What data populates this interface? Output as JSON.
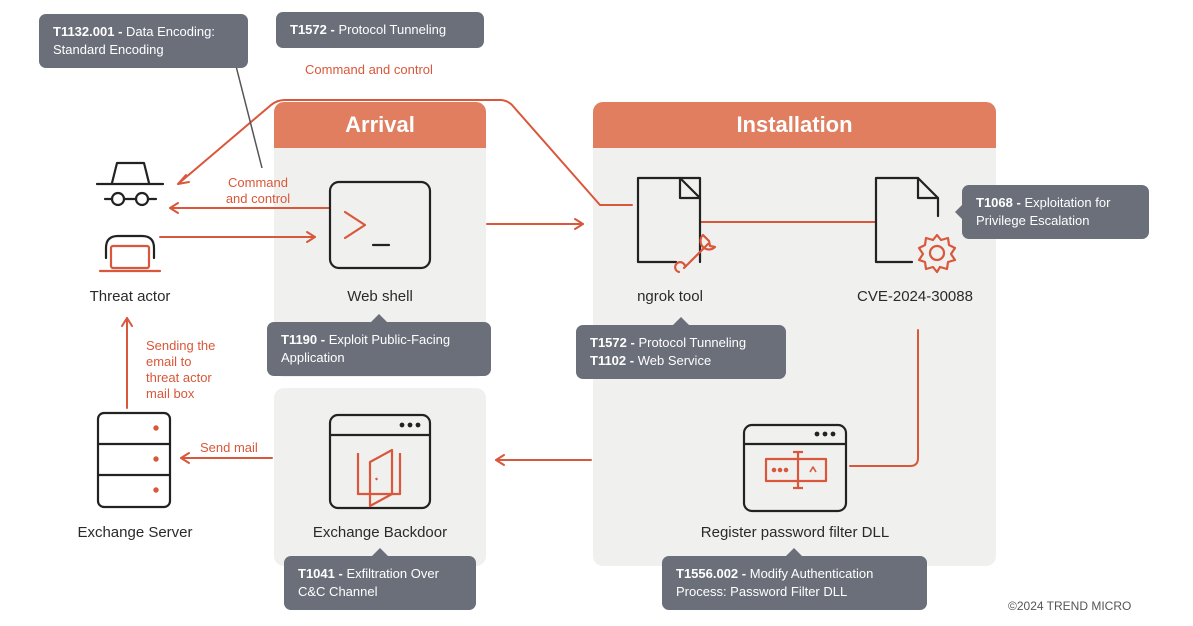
{
  "panels": {
    "arrival": {
      "title": "Arrival"
    },
    "installation": {
      "title": "Installation"
    }
  },
  "nodes": {
    "threat_actor": "Threat actor",
    "web_shell": "Web shell",
    "ngrok_tool": "ngrok tool",
    "cve": "CVE-2024-30088",
    "exchange_server": "Exchange Server",
    "exchange_backdoor": "Exchange Backdoor",
    "register_dll": "Register password filter DLL"
  },
  "edge_labels": {
    "c2_top": "Command and control",
    "c2_left_1": "Command",
    "c2_left_2": "and control",
    "sending_1": "Sending the",
    "sending_2": "email to",
    "sending_3": "threat actor",
    "sending_4": "mail box",
    "send_mail": "Send mail"
  },
  "techniques": {
    "t1132": {
      "id": "T1132.001",
      "sep": " - ",
      "name_1": "Data Encoding:",
      "name_2": "Standard Encoding"
    },
    "t1572_top": {
      "id": "T1572",
      "sep": " - ",
      "name": "Protocol Tunneling"
    },
    "t1068": {
      "id": "T1068",
      "sep": " - ",
      "name_1": "Exploitation for",
      "name_2": "Privilege Escalation"
    },
    "t1190": {
      "id": "T1190",
      "sep": " - ",
      "name_1": "Exploit Public-Facing",
      "name_2": "Application"
    },
    "t1572_ngrok": {
      "id": "T1572",
      "sep": " - ",
      "name": "Protocol Tunneling"
    },
    "t1102": {
      "id": "T1102",
      "sep": " - ",
      "name": "Web Service"
    },
    "t1041": {
      "id": "T1041",
      "sep": " - ",
      "name_1": "Exfiltration Over",
      "name_2": "C&C Channel"
    },
    "t1556": {
      "id": "T1556.002",
      "sep": " - ",
      "name_1": "Modify Authentication",
      "name_2": "Process: Password Filter DLL"
    }
  },
  "copyright": "©2024 TREND MICRO",
  "colors": {
    "accent": "#d9573a",
    "panel_header": "#e07e5f",
    "panel_bg": "#f0f0ef",
    "tag_bg": "#6a6f7a",
    "icon": "#222222"
  },
  "icons": [
    "hacker-icon",
    "terminal-icon",
    "file-wrench-icon",
    "file-gear-icon",
    "server-icon",
    "window-door-icon",
    "window-password-icon"
  ]
}
